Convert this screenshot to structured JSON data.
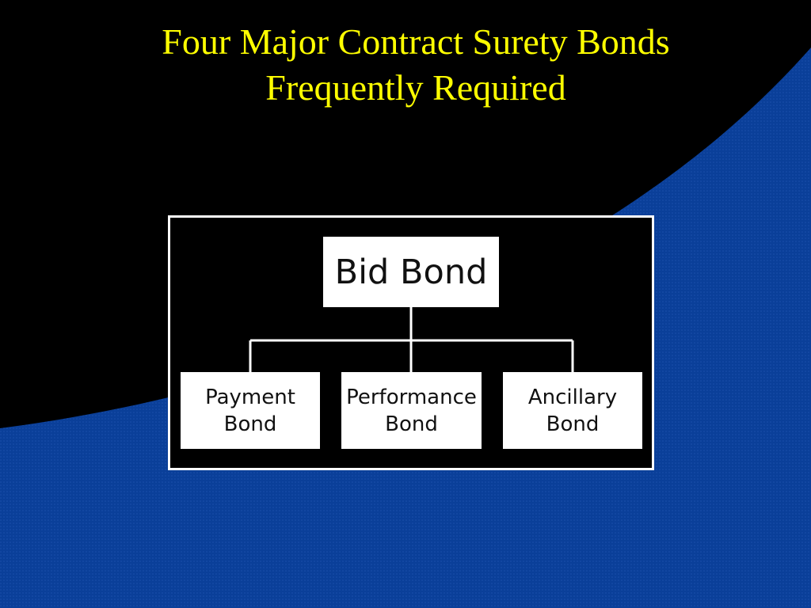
{
  "slide": {
    "title_line1": "Four Major Contract Surety Bonds",
    "title_line2": "Frequently Required"
  },
  "diagram": {
    "root": {
      "label": "Bid Bond"
    },
    "children": [
      {
        "line1": "Payment",
        "line2": "Bond"
      },
      {
        "line1": "Performance",
        "line2": "Bond"
      },
      {
        "line1": "Ancillary",
        "line2": "Bond"
      }
    ]
  },
  "colors": {
    "background": "#000000",
    "swoosh": "#0a3f99",
    "title": "#ffff00",
    "box": "#ffffff",
    "connector": "#ffffff"
  }
}
